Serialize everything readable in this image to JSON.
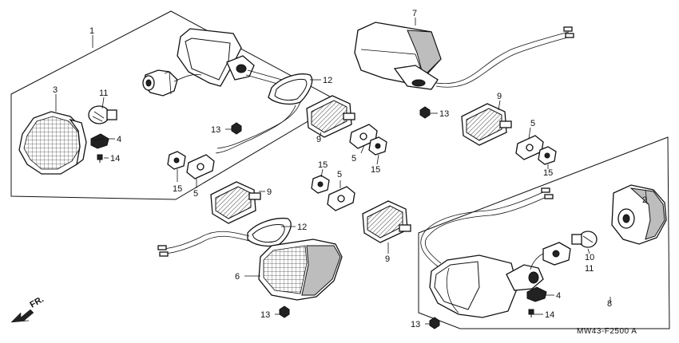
{
  "diagram": {
    "code": "MW43-F2500 A",
    "direction_label": "FR.",
    "callouts": [
      {
        "id": "c1",
        "text": "1"
      },
      {
        "id": "c2",
        "text": "2"
      },
      {
        "id": "c3",
        "text": "3"
      },
      {
        "id": "c4a",
        "text": "4"
      },
      {
        "id": "c4b",
        "text": "4"
      },
      {
        "id": "c5a",
        "text": "5"
      },
      {
        "id": "c5b",
        "text": "5"
      },
      {
        "id": "c5c",
        "text": "5"
      },
      {
        "id": "c5d",
        "text": "5"
      },
      {
        "id": "c6",
        "text": "6"
      },
      {
        "id": "c7",
        "text": "7"
      },
      {
        "id": "c8",
        "text": "8"
      },
      {
        "id": "c9a",
        "text": "9"
      },
      {
        "id": "c9b",
        "text": "9"
      },
      {
        "id": "c9c",
        "text": "9"
      },
      {
        "id": "c9d",
        "text": "9"
      },
      {
        "id": "c10",
        "text": "10"
      },
      {
        "id": "c11a",
        "text": "11"
      },
      {
        "id": "c11b",
        "text": "11"
      },
      {
        "id": "c12a",
        "text": "12"
      },
      {
        "id": "c12b",
        "text": "12"
      },
      {
        "id": "c13a",
        "text": "13"
      },
      {
        "id": "c13b",
        "text": "13"
      },
      {
        "id": "c13c",
        "text": "13"
      },
      {
        "id": "c13d",
        "text": "13"
      },
      {
        "id": "c14a",
        "text": "14"
      },
      {
        "id": "c14b",
        "text": "14"
      },
      {
        "id": "c15a",
        "text": "15"
      },
      {
        "id": "c15b",
        "text": "15"
      },
      {
        "id": "c15c",
        "text": "15"
      },
      {
        "id": "c15d",
        "text": "15"
      }
    ]
  }
}
